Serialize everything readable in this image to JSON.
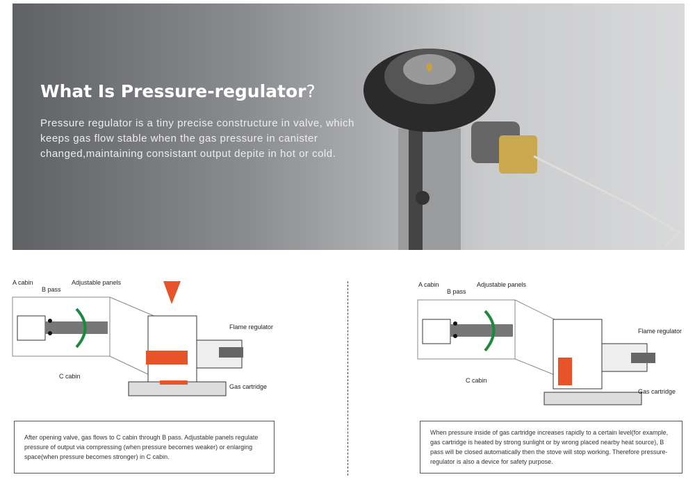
{
  "hero": {
    "title": "What Is Pressure-regulator",
    "title_mark": "?",
    "body": "Pressure regulator is a tiny precise constructure in valve, which keeps gas flow stable when the gas pressure in canister changed,maintaining consistant output  depite in hot or cold."
  },
  "left": {
    "labels": {
      "a_cabin": "A cabin",
      "b_pass": "B pass",
      "adjustable_panels": "Adjustable panels",
      "flame_regulator": "Flame regulator",
      "c_cabin": "C cabin",
      "gas_cartridge": "Gas cartridge"
    },
    "description": "After opening valve, gas flows to C cabin through B pass. Adjustable panels regulate pressure of output via compressing (when pressure becomes weaker) or enlarging space(when pressure becomes stronger) in C cabin."
  },
  "right": {
    "labels": {
      "a_cabin": "A cabin",
      "b_pass": "B pass",
      "adjustable_panels": "Adjustable panels",
      "flame_regulator": "Flame regulator",
      "c_cabin": "C cabin",
      "gas_cartridge": "Gas cartridge"
    },
    "description": "When pressure inside of gas cartridge increases rapidly to a certain level(for example, gas cartridge is heated by strong sunlight or by wrong placed nearby heat source), B pass will be closed automatically then the stove will stop working. Therefore pressure-regulator is also a device for safety purpose."
  },
  "colors": {
    "accent": "#e8542a",
    "green": "#1a8a3c"
  }
}
